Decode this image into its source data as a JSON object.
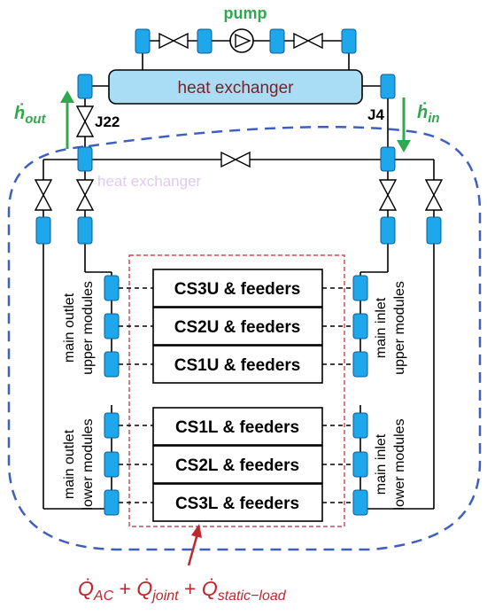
{
  "pump_label": "pump",
  "heat_exchanger_label": "heat exchanger",
  "junction_j22": "J22",
  "junction_j4": "J4",
  "h_out": {
    "base": "ḣ",
    "sub": "out"
  },
  "h_in": {
    "base": "ḣ",
    "sub": "in"
  },
  "modules": [
    "CS3U & feeders",
    "CS2U & feeders",
    "CS1U & feeders",
    "CS1L & feeders",
    "CS2L & feeders",
    "CS3L & feeders"
  ],
  "side_labels": {
    "left_upper": [
      "main outlet",
      "upper modules"
    ],
    "left_lower": [
      "main outlet",
      "lower modules"
    ],
    "right_upper": [
      "main inlet",
      "upper modules"
    ],
    "right_lower": [
      "main inlet",
      "lower modules"
    ]
  },
  "heat_load": {
    "terms": [
      {
        "sym": "Q̇",
        "sub": "AC"
      },
      {
        "sym": "Q̇",
        "sub": "joint"
      },
      {
        "sym": "Q̇",
        "sub": "static−load"
      }
    ],
    "operator": "+"
  },
  "colors": {
    "component": "#1ea7ea",
    "heat_exchanger_fill": "#a9dcf5",
    "enthalpy_arrow": "#2fa84f",
    "boundary": "#3f5fc0",
    "heat_load": "#c0262d"
  }
}
